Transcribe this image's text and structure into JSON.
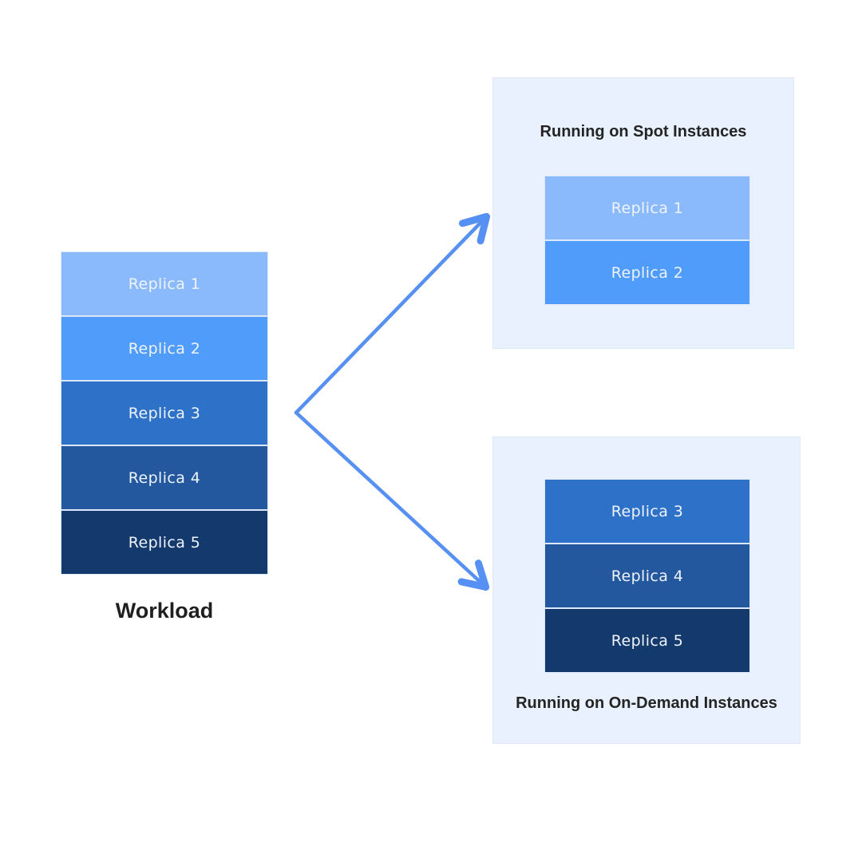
{
  "colors": {
    "canvas_bg": "#ffffff",
    "panel_bg": "#e8f1fd",
    "arrow": "#5590f2",
    "replica_text": "#eff3fb",
    "title_text": "#242424"
  },
  "workload": {
    "label": "Workload",
    "replicas": [
      {
        "label": "Replica 1",
        "color": "#8abafb"
      },
      {
        "label": "Replica 2",
        "color": "#4f9cfa"
      },
      {
        "label": "Replica 3",
        "color": "#2d72c8"
      },
      {
        "label": "Replica 4",
        "color": "#23589e"
      },
      {
        "label": "Replica 5",
        "color": "#143a6d"
      }
    ]
  },
  "spot_panel": {
    "title": "Running on Spot Instances",
    "replicas": [
      {
        "label": "Replica 1",
        "color": "#8abafb"
      },
      {
        "label": "Replica 2",
        "color": "#4f9cfa"
      }
    ]
  },
  "ondemand_panel": {
    "title": "Running on On-Demand Instances",
    "replicas": [
      {
        "label": "Replica 3",
        "color": "#2d72c8"
      },
      {
        "label": "Replica 4",
        "color": "#23589e"
      },
      {
        "label": "Replica 5",
        "color": "#143a6d"
      }
    ]
  }
}
